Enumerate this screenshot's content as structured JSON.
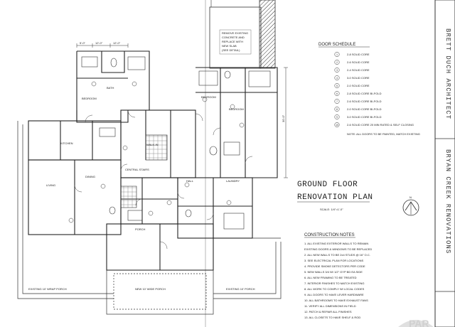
{
  "sheet": {
    "title": "GROUND FLOOR",
    "subtitle": "RENOVATION PLAN",
    "scale": "SCALE: 1/4\"=1'-0\"",
    "architect": "BRETT DUCH ARCHITECT",
    "project": "BRYAN CREEK RENOVATIONS"
  },
  "door_schedule": {
    "heading": "DOOR SCHEDULE",
    "rows": [
      {
        "code": "1",
        "text": "2-8 SOLID CORE"
      },
      {
        "code": "2",
        "text": "2-6 SOLID CORE"
      },
      {
        "code": "3",
        "text": "2-4 SOLID CORE"
      },
      {
        "code": "4",
        "text": "3-0 SOLID CORE"
      },
      {
        "code": "5",
        "text": "2-0 SOLID CORE"
      },
      {
        "code": "6",
        "text": "2-8 SOLID CORE BI-FOLD"
      },
      {
        "code": "7",
        "text": "2-6 SOLID CORE BI-FOLD"
      },
      {
        "code": "8",
        "text": "2-0 SOLID CORE BI-FOLD"
      },
      {
        "code": "9",
        "text": "3-0 SOLID CORE BI-FOLD"
      },
      {
        "code": "10",
        "text": "2-6 SOLID CORE 20 MIN RATED & SELF CLOSING"
      }
    ],
    "footnote": "NOTE: ALL DOORS TO BE PAINTED, MATCH EXISTING"
  },
  "construction_notes": {
    "heading": "CONSTRUCTION NOTES",
    "lines": [
      "1. ALL EXISTING EXTERIOR WALLS TO REMAIN",
      "EXISTING DOORS & WINDOWS TO BE REPLACED",
      "2. ALL NEW WALLS TO BE 2x4 STUDS @ 16\" O.C.",
      "3. SEE ELECTRICAL PLAN FOR LOCATIONS",
      "4. PROVIDE SMOKE DETECTORS PER CODE",
      "5. NEW WALLS 3/4 W/ 1/2\" GYP BD EA SIDE",
      "6. ALL NEW FRAMING TO BE TREATED",
      "7. INTERIOR FINISHES TO MATCH EXISTING",
      "8. ALL WORK TO COMPLY W/ LOCAL CODES",
      "9. ALL DOORS TO HAVE LEVER HARDWARE",
      "10. ALL BATHROOMS TO HAVE EXHAUST FANS",
      "11. VERIFY ALL DIMENSIONS IN FIELD",
      "12. PATCH & REPAIR ALL FINISHES",
      "13. ALL CLOSETS TO HAVE SHELF & ROD"
    ]
  },
  "notes_top": {
    "lines": [
      "REMOVE EXISTING",
      "CONCRETE AND",
      "REPLACE WITH",
      "NEW SLAB",
      "(SEE DETAIL)"
    ]
  },
  "rooms": [
    {
      "name": "BEDROOM"
    },
    {
      "name": "BATH"
    },
    {
      "name": "KITCHEN"
    },
    {
      "name": "BEDROOM"
    },
    {
      "name": "BEDROOM"
    },
    {
      "name": "LIVING"
    },
    {
      "name": "DINING"
    },
    {
      "name": "HALL"
    },
    {
      "name": "LAUNDRY"
    },
    {
      "name": "CENTRAL STAIRS"
    },
    {
      "name": "PORCH"
    },
    {
      "name": "WALK-IN"
    }
  ],
  "dimensions": {
    "top_labels": [
      "5'-0\"",
      "12'-0\"",
      "12'-0\""
    ],
    "vertical_label": "30'-0\"",
    "porch_label": "EXISTING 10' WRAP PORCH",
    "porch_label_2": "NEW 10' WIDE PORCH",
    "porch_label_3": "EXISTING 10' PORCH"
  },
  "north_label": "N",
  "watermark": "PAR"
}
